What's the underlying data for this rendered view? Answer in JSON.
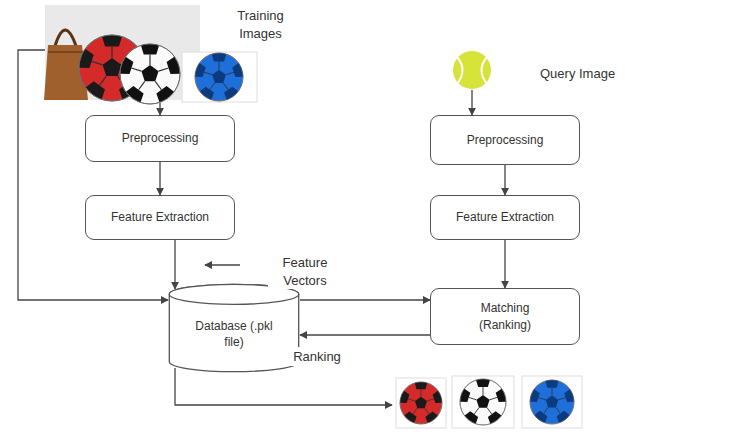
{
  "diagram": {
    "nodes": [
      {
        "text": [
          "Training Images"
        ]
      },
      {
        "text": [
          "Preprocessing"
        ]
      },
      {
        "text": [
          "Feature Extraction"
        ]
      },
      {
        "text": [
          "Database (.pkl file)"
        ]
      },
      {
        "text": [
          "Query Image"
        ]
      },
      {
        "text": [
          "Preprocessing"
        ]
      },
      {
        "text": [
          "Feature Extraction"
        ]
      },
      {
        "text": [
          "Matching (Ranking)"
        ]
      }
    ],
    "edges": [
      {
        "from": 0,
        "to": 1,
        "arrow": "to"
      },
      {
        "from": 1,
        "to": 2,
        "arrow": "to"
      },
      {
        "from": 2,
        "to": 3,
        "arrow": "to"
      },
      {
        "from": 0,
        "to": 3,
        "arrow": "to"
      },
      {
        "from": 4,
        "to": 5,
        "arrow": "to"
      },
      {
        "from": 5,
        "to": 6,
        "arrow": "to"
      },
      {
        "from": 6,
        "to": 7,
        "arrow": "to"
      },
      {
        "from": 3,
        "to": 7,
        "label": "Feature Vectors",
        "arrow": "to"
      },
      {
        "from": 7,
        "to": 3,
        "label": "Ranking",
        "arrow": "to"
      }
    ]
  }
}
